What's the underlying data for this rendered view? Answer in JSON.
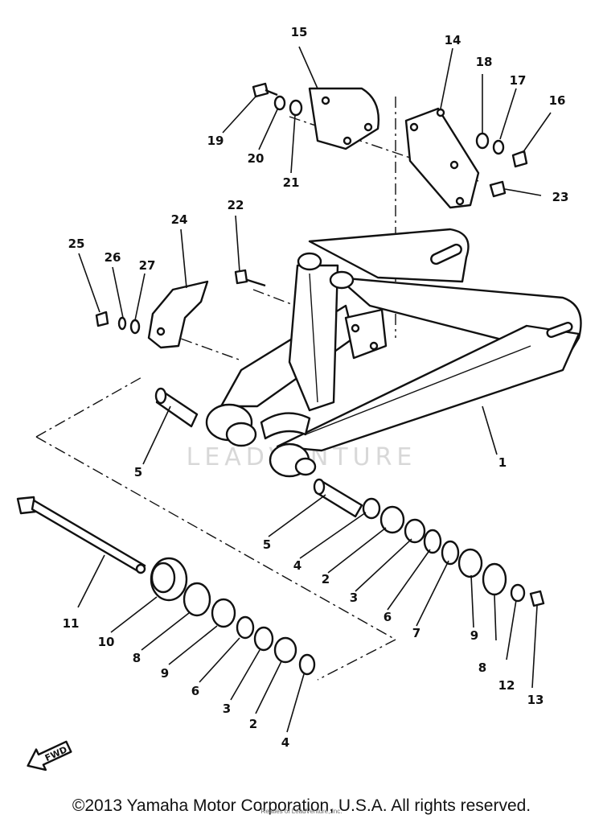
{
  "watermark": "LEADVENTURE",
  "copyright": "©2013 Yamaha Motor Corporation, U.S.A. All rights reserved.",
  "sub_note": "Reaties of LeadVenture, Inc.",
  "fwd_label": "FWD",
  "callouts": {
    "p1": "1",
    "p2a": "2",
    "p2b": "2",
    "p3a": "3",
    "p3b": "3",
    "p4a": "4",
    "p4b": "4",
    "p5a": "5",
    "p5b": "5",
    "p6a": "6",
    "p6b": "6",
    "p7": "7",
    "p8a": "8",
    "p8b": "8",
    "p9a": "9",
    "p9b": "9",
    "p10": "10",
    "p11": "11",
    "p12": "12",
    "p13": "13",
    "p14": "14",
    "p15": "15",
    "p16": "16",
    "p17": "17",
    "p18": "18",
    "p19": "19",
    "p20": "20",
    "p21": "21",
    "p22": "22",
    "p23": "23",
    "p24": "24",
    "p25": "25",
    "p26": "26",
    "p27": "27"
  }
}
